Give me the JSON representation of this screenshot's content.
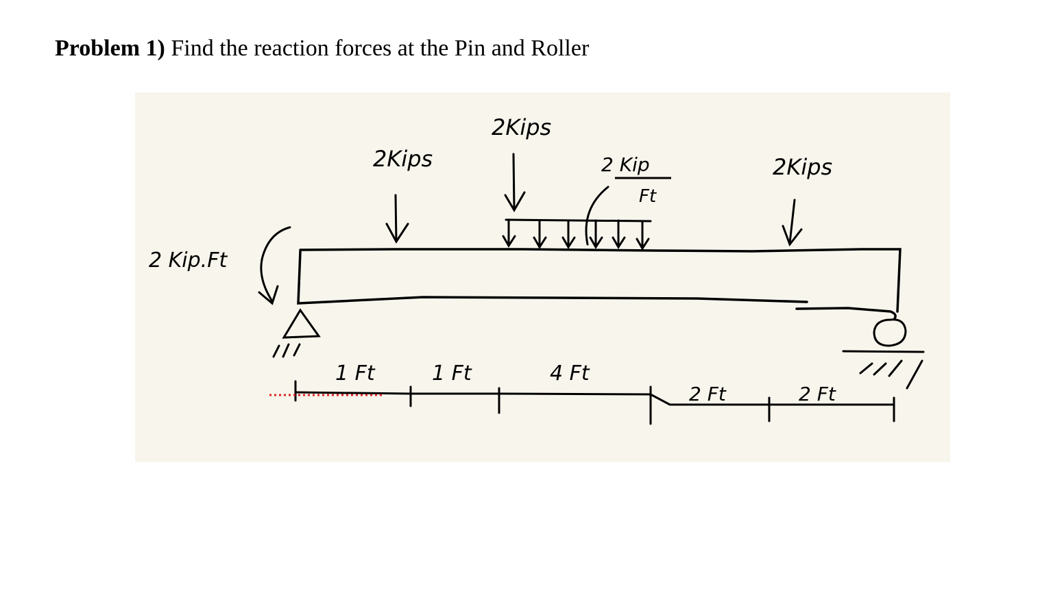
{
  "problem": {
    "label": "Problem 1)",
    "text": "Find the reaction forces at the Pin and Roller"
  },
  "diagram": {
    "background_color": "#f7f5ec",
    "ink_color": "#000000",
    "marker_color": "#e02020",
    "moment_label": "2 Kip.Ft",
    "loads": {
      "point_load_1": "2Kips",
      "point_load_2": "2Kips",
      "distributed_load_value": "2 Kip",
      "distributed_load_unit": "Ft",
      "point_load_3": "2Kips"
    },
    "dimensions": [
      "1 Ft",
      "1 Ft",
      "4 Ft",
      "2 Ft",
      "2 Ft"
    ],
    "supports": {
      "left": "pin-icon",
      "right": "roller-icon"
    }
  }
}
